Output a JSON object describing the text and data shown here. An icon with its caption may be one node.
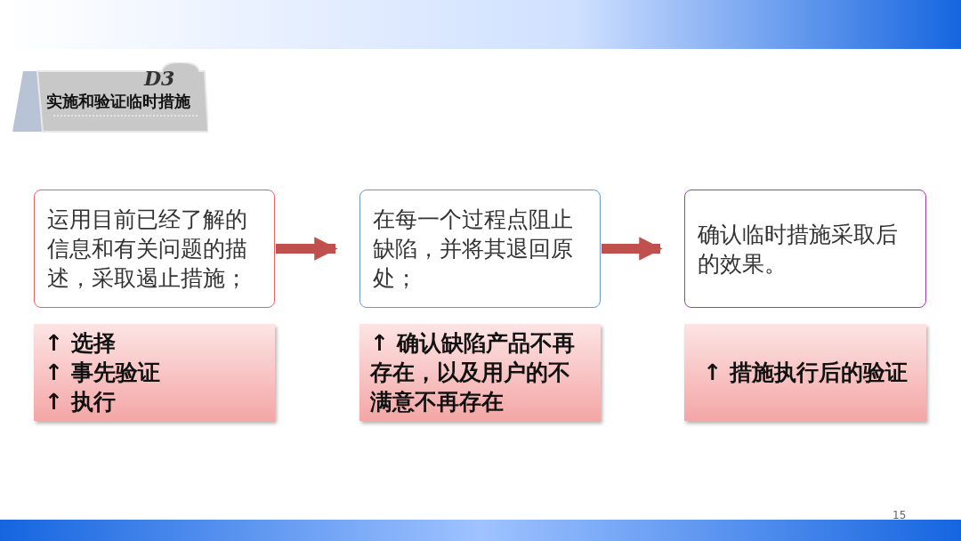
{
  "diagram": {
    "nodes": [
      {
        "text": [
          "运用目前已经了解的信息和有关问题的描述，采取遏止措施；"
        ]
      },
      {
        "text": [
          "在每一个过程点阻止缺陷，并将其退回原处；"
        ]
      },
      {
        "text": [
          "确认临时措施采取后的效果。"
        ]
      },
      {
        "text": [
          "↑ 选择",
          "↑ 事先验证",
          "↑ 执行"
        ]
      },
      {
        "text": [
          "↑ 确认缺陷产品不再存在，以及用户的不满意不再存在"
        ]
      },
      {
        "text": [
          "↑ 措施执行后的验证"
        ]
      },
      {
        "text": [
          "D3",
          "实施和验证临时措施"
        ]
      }
    ],
    "edges": [
      {
        "from": 0,
        "to": 1,
        "arrow": "to"
      },
      {
        "from": 1,
        "to": 2,
        "arrow": "to"
      }
    ],
    "labels": [
      "15"
    ]
  }
}
